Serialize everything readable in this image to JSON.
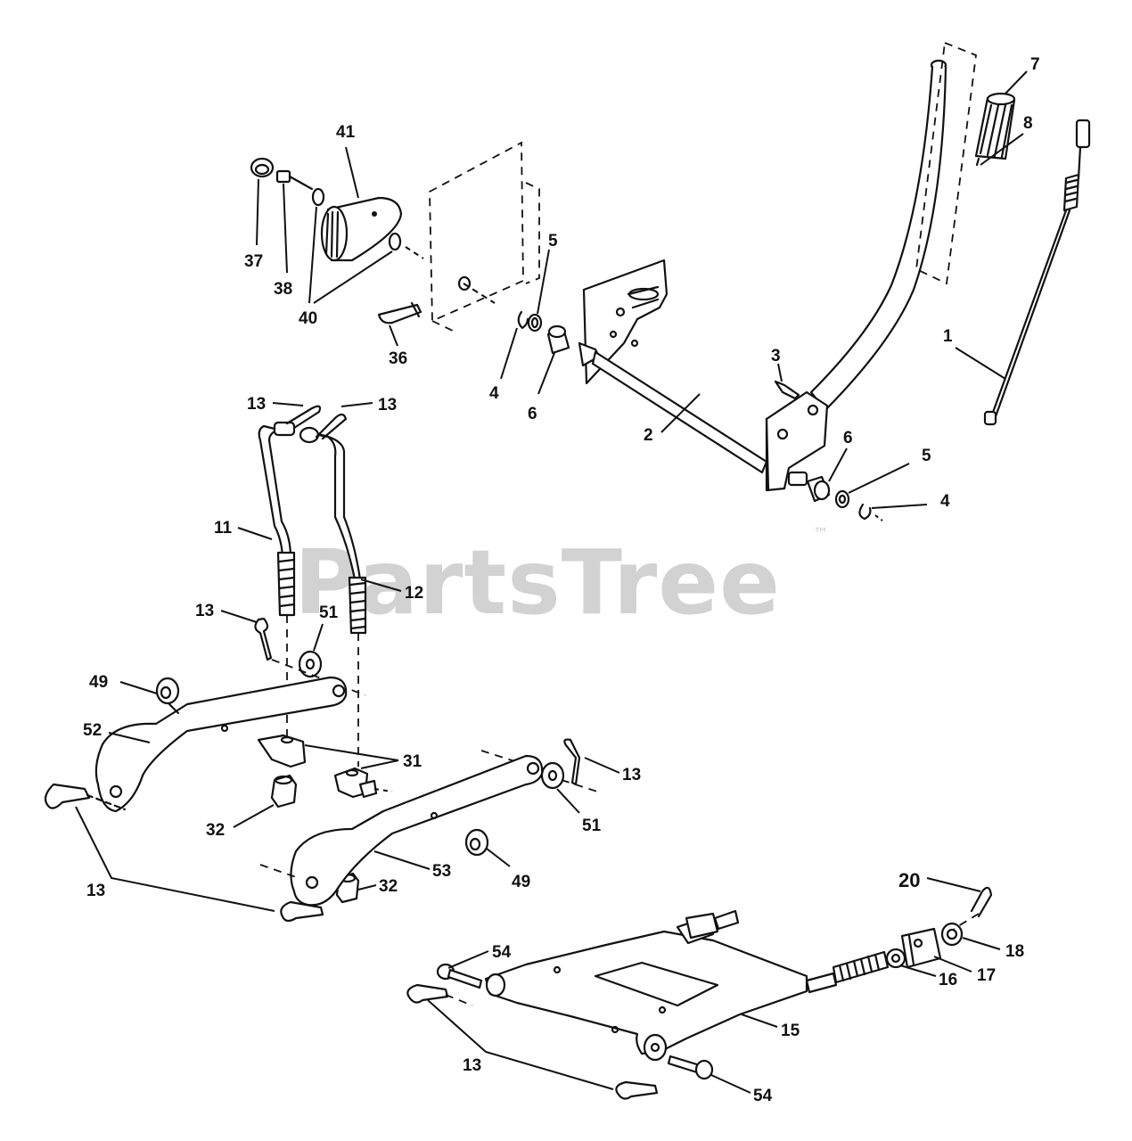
{
  "watermark": {
    "text": "PartsTree",
    "trademark": "™"
  },
  "callouts": [
    {
      "id": "c1",
      "text": "1"
    },
    {
      "id": "c2",
      "text": "2"
    },
    {
      "id": "c3",
      "text": "3"
    },
    {
      "id": "c4a",
      "text": "4"
    },
    {
      "id": "c4b",
      "text": "4"
    },
    {
      "id": "c5a",
      "text": "5"
    },
    {
      "id": "c5b",
      "text": "5"
    },
    {
      "id": "c6a",
      "text": "6"
    },
    {
      "id": "c6b",
      "text": "6"
    },
    {
      "id": "c7",
      "text": "7"
    },
    {
      "id": "c8",
      "text": "8"
    },
    {
      "id": "c11",
      "text": "11"
    },
    {
      "id": "c12",
      "text": "12"
    },
    {
      "id": "c13a",
      "text": "13"
    },
    {
      "id": "c13b",
      "text": "13"
    },
    {
      "id": "c13c",
      "text": "13"
    },
    {
      "id": "c13d",
      "text": "13"
    },
    {
      "id": "c13e",
      "text": "13"
    },
    {
      "id": "c13f",
      "text": "13"
    },
    {
      "id": "c15",
      "text": "15"
    },
    {
      "id": "c16",
      "text": "16"
    },
    {
      "id": "c17",
      "text": "17"
    },
    {
      "id": "c18",
      "text": "18"
    },
    {
      "id": "c20",
      "text": "20"
    },
    {
      "id": "c31",
      "text": "31"
    },
    {
      "id": "c32a",
      "text": "32"
    },
    {
      "id": "c32b",
      "text": "32"
    },
    {
      "id": "c36",
      "text": "36"
    },
    {
      "id": "c37",
      "text": "37"
    },
    {
      "id": "c38",
      "text": "38"
    },
    {
      "id": "c40",
      "text": "40"
    },
    {
      "id": "c41",
      "text": "41"
    },
    {
      "id": "c49a",
      "text": "49"
    },
    {
      "id": "c49b",
      "text": "49"
    },
    {
      "id": "c51a",
      "text": "51"
    },
    {
      "id": "c51b",
      "text": "51"
    },
    {
      "id": "c52",
      "text": "52"
    },
    {
      "id": "c53",
      "text": "53"
    },
    {
      "id": "c54a",
      "text": "54"
    },
    {
      "id": "c54b",
      "text": "54"
    }
  ]
}
